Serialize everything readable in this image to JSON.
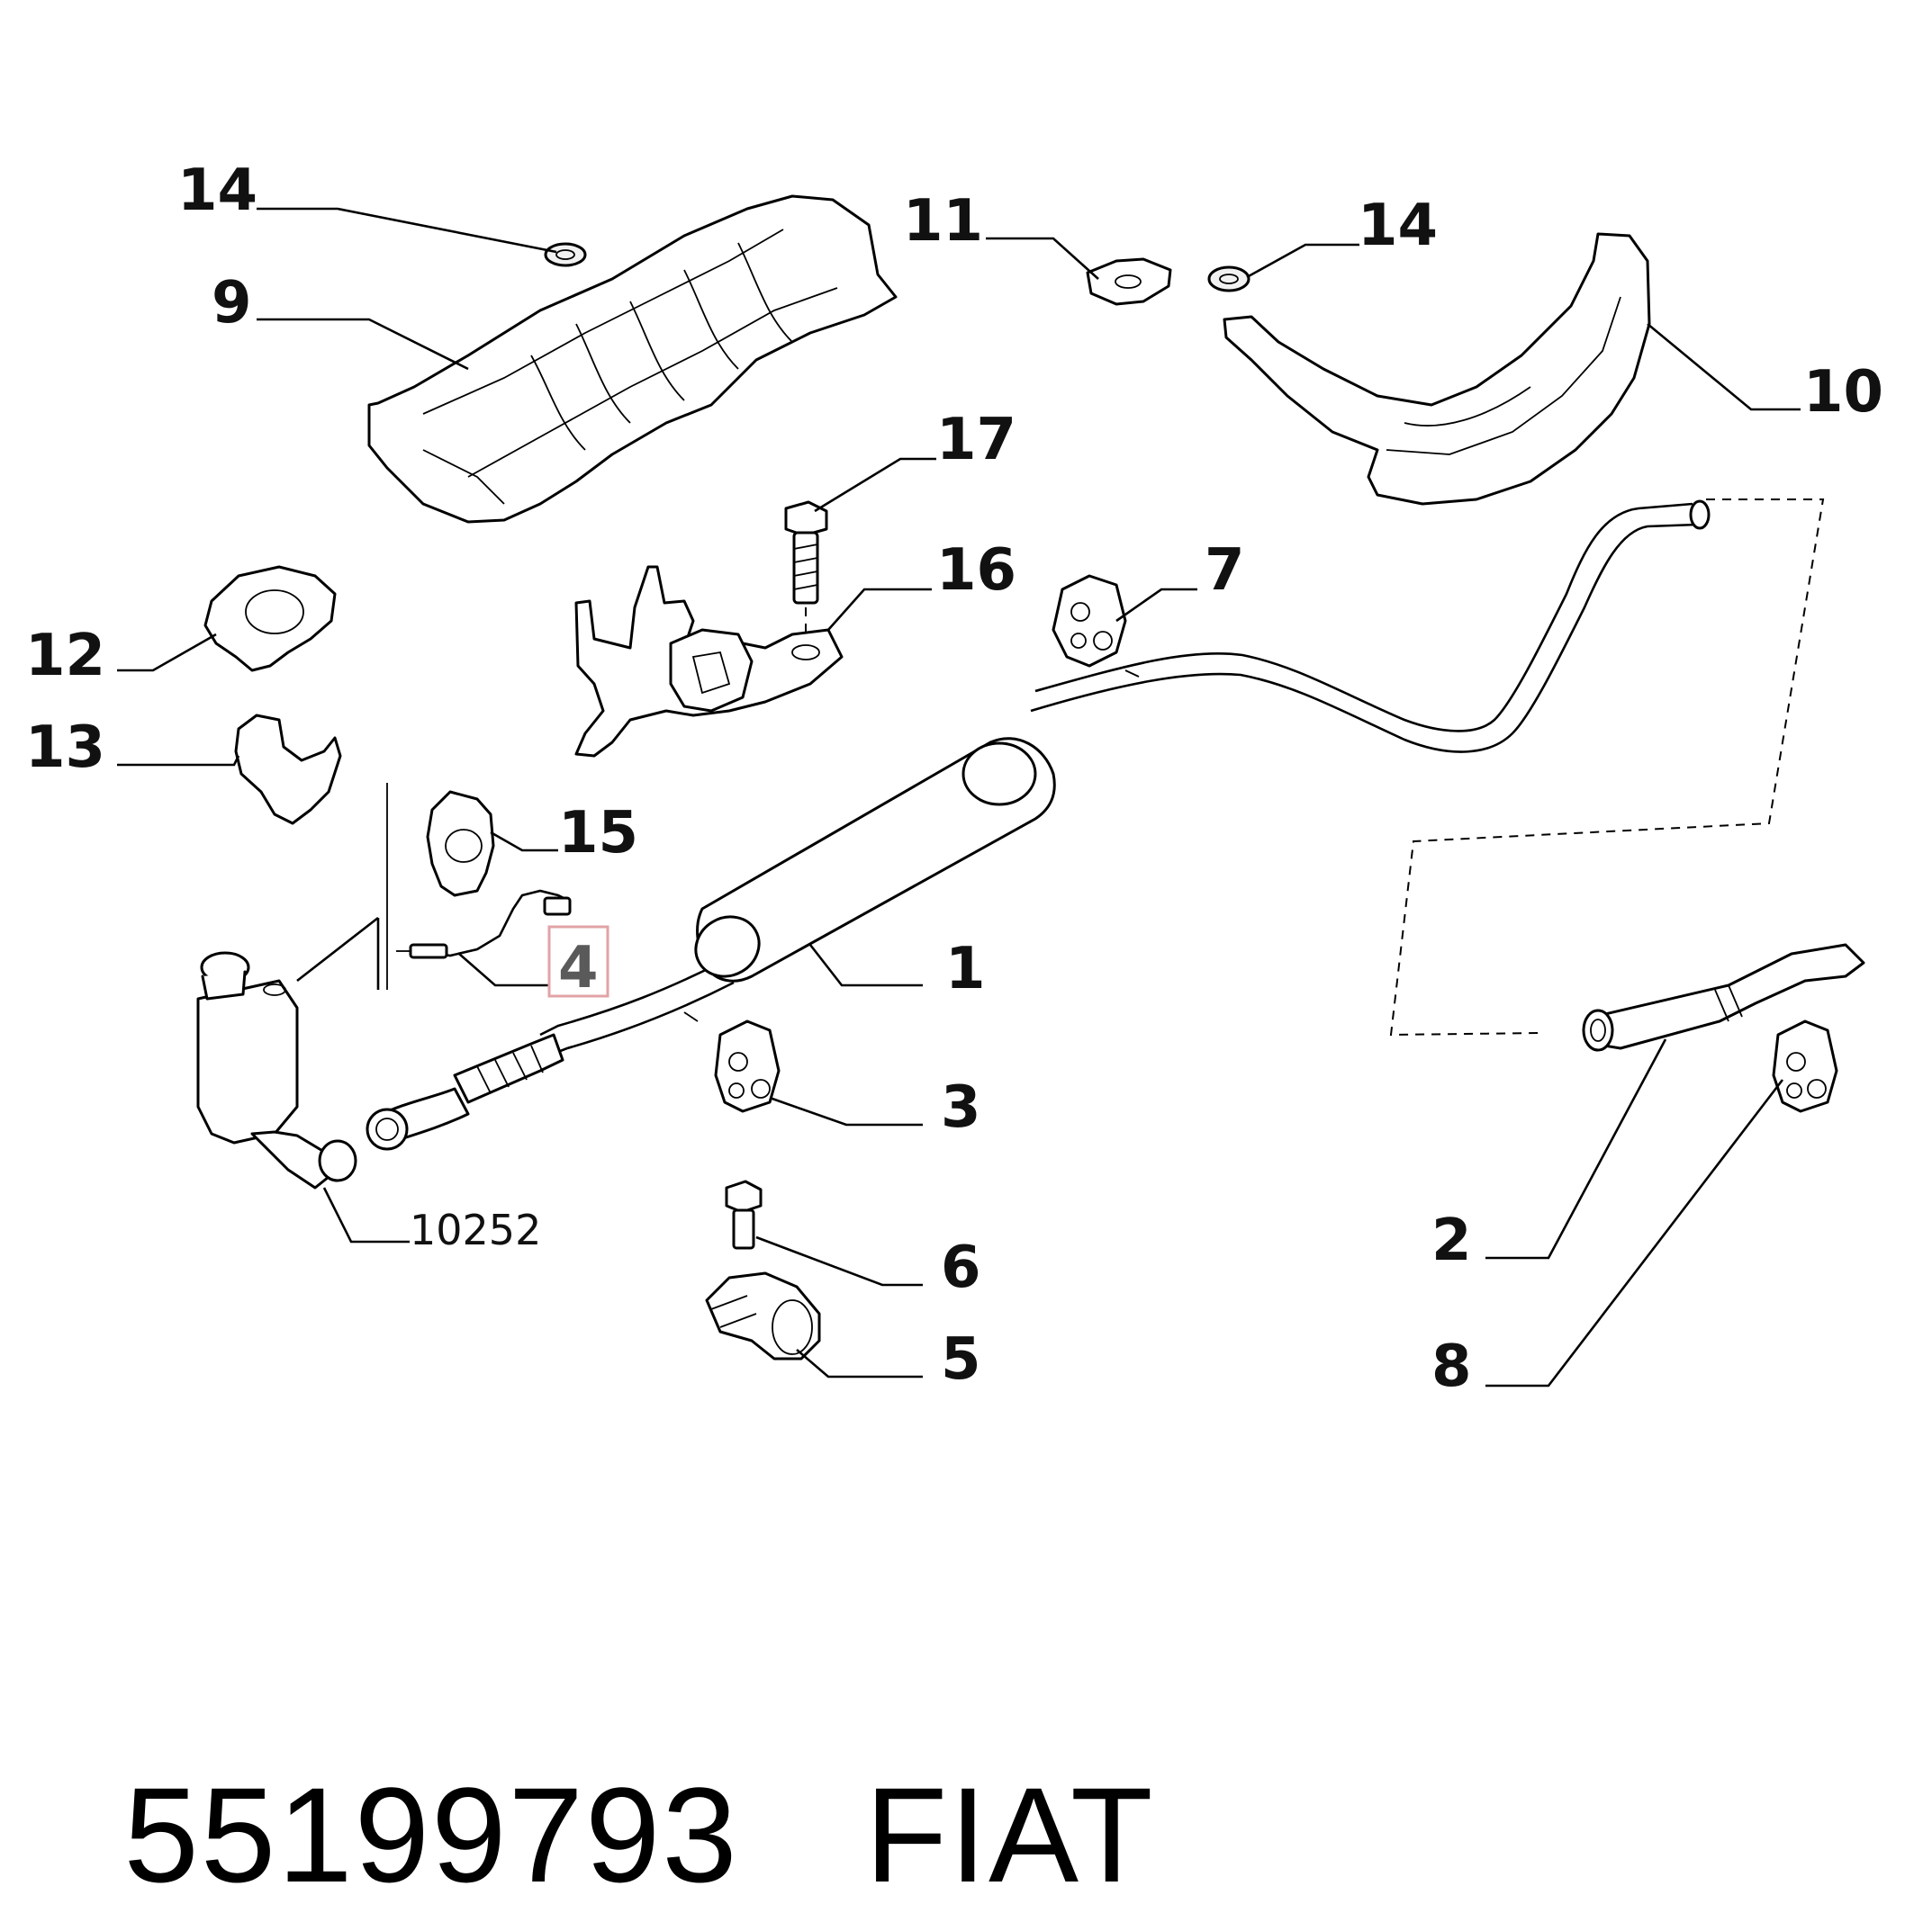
{
  "callouts": {
    "c14a": "14",
    "c9": "9",
    "c11": "11",
    "c14b": "14",
    "c10": "10",
    "c17": "17",
    "c16": "16",
    "c7": "7",
    "c12": "12",
    "c13": "13",
    "c15": "15",
    "c4": "4",
    "c1": "1",
    "c3": "3",
    "c10252": "10252",
    "c6": "6",
    "c5": "5",
    "c2": "2",
    "c8": "8"
  },
  "footer": {
    "part_number": "55199793",
    "brand": "FIAT"
  },
  "highlight_color": "#e2a3a6"
}
